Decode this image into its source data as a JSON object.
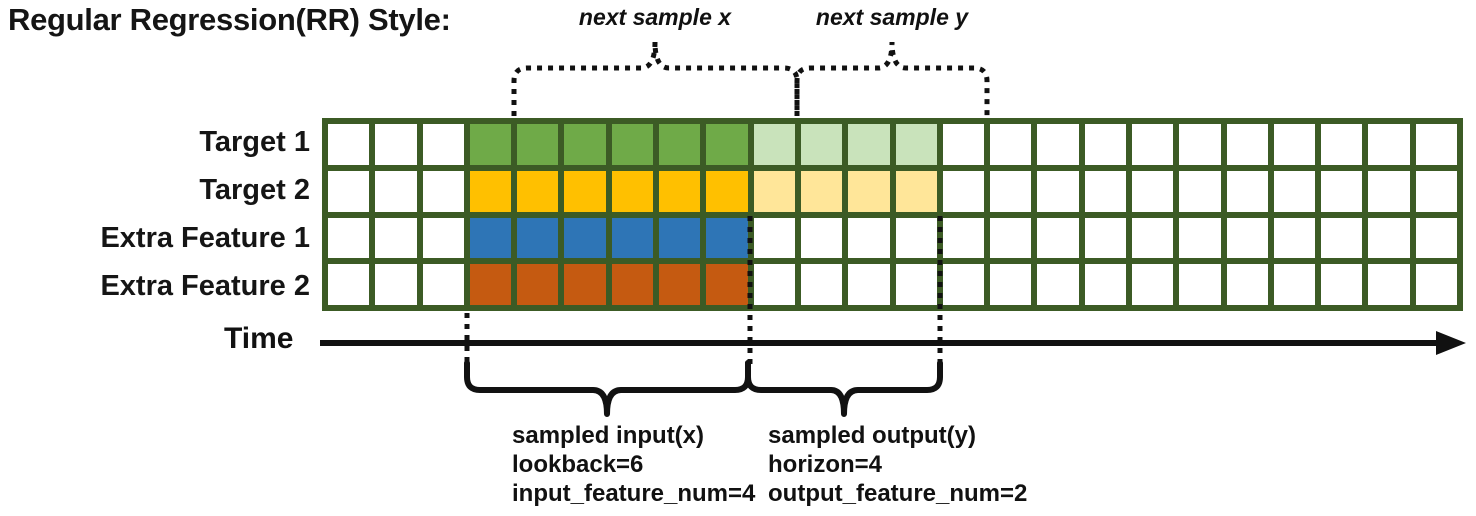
{
  "title": "Regular Regression(RR) Style:",
  "colors": {
    "grid_border": "#3C5B25",
    "cell_default": "#FFFFFF",
    "annotation": "#111111",
    "target1": "#6FAA48",
    "target1_faded": "#C9E3BB",
    "target2": "#FFC000",
    "target2_faded": "#FFE699",
    "extra1": "#2E75B6",
    "extra2": "#C55A11"
  },
  "grid": {
    "columns": 24,
    "rows": [
      {
        "label": "Target 1",
        "segments": [
          {
            "from": 4,
            "to": 9,
            "color": "target1"
          },
          {
            "from": 10,
            "to": 13,
            "color": "target1_faded"
          }
        ]
      },
      {
        "label": "Target 2",
        "segments": [
          {
            "from": 4,
            "to": 9,
            "color": "target2"
          },
          {
            "from": 10,
            "to": 13,
            "color": "target2_faded"
          }
        ]
      },
      {
        "label": "Extra Feature 1",
        "segments": [
          {
            "from": 4,
            "to": 9,
            "color": "extra1"
          }
        ]
      },
      {
        "label": "Extra Feature 2",
        "segments": [
          {
            "from": 4,
            "to": 9,
            "color": "extra2"
          }
        ]
      }
    ]
  },
  "annotations": {
    "next_sample_x": "next sample x",
    "next_sample_y": "next sample y",
    "time_label": "Time",
    "input_lines": [
      "sampled input(x)",
      "lookback=6",
      "input_feature_num=4"
    ],
    "output_lines": [
      "sampled output(y)",
      "horizon=4",
      "output_feature_num=2"
    ]
  }
}
